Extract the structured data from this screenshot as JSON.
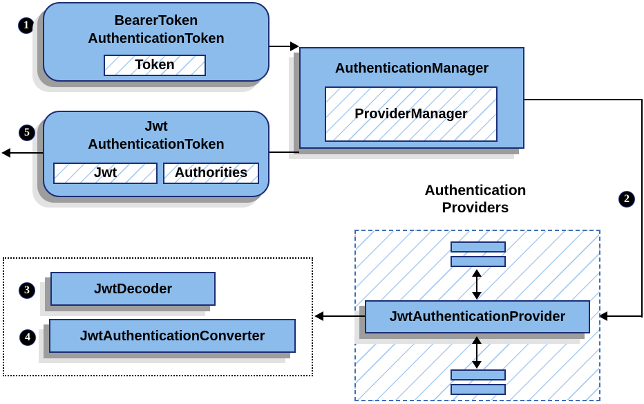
{
  "diagram": {
    "badges": {
      "b1": "1",
      "b2": "2",
      "b3": "3",
      "b4": "4",
      "b5": "5"
    },
    "boxes": {
      "bearer_token": {
        "title_line1": "BearerToken",
        "title_line2": "AuthenticationToken",
        "field_token": "Token"
      },
      "authentication_manager": {
        "title": "AuthenticationManager",
        "inner": "ProviderManager"
      },
      "jwt_authentication_token": {
        "title_line1": "Jwt",
        "title_line2": "AuthenticationToken",
        "field_jwt": "Jwt",
        "field_authorities": "Authorities"
      },
      "authentication_providers": {
        "label_line1": "Authentication",
        "label_line2": "Providers"
      },
      "jwt_authentication_provider": {
        "title": "JwtAuthenticationProvider"
      },
      "jwt_decoder": {
        "title": "JwtDecoder"
      },
      "jwt_authentication_converter": {
        "title": "JwtAuthenticationConverter"
      }
    },
    "colors": {
      "node_fill": "#8cbcec",
      "node_border": "#1c2e75",
      "hatch_line": "#a9ccf1",
      "providers_border": "#3f6db6",
      "shadow_dark": "#9d9d9d",
      "shadow_light": "#e2e2e2",
      "arrow": "#000000",
      "text": "#000000"
    }
  }
}
